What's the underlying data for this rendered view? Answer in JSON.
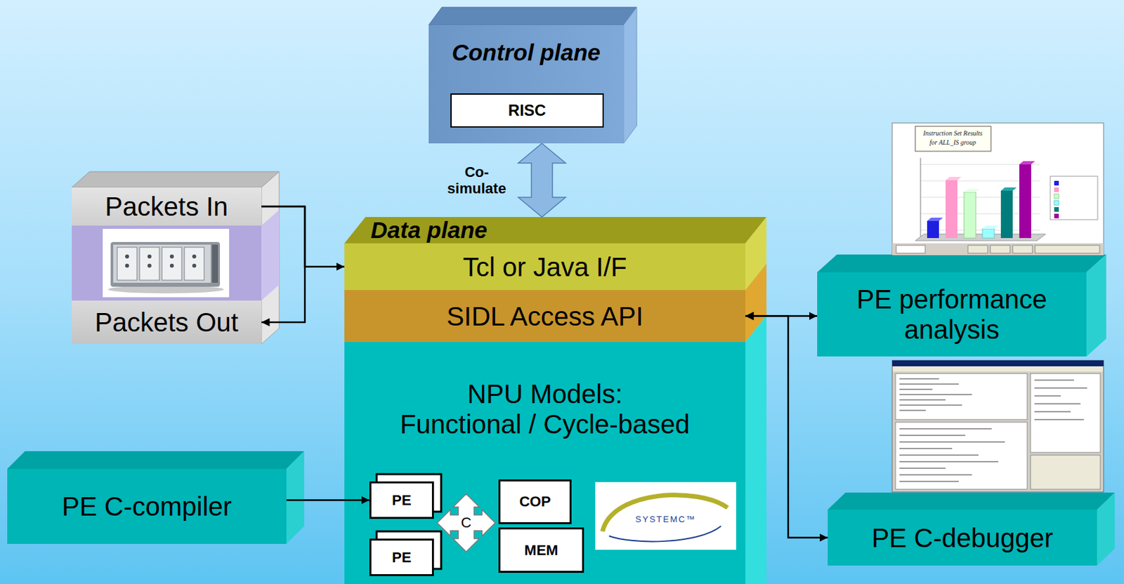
{
  "diagram": {
    "nodes": [
      {
        "text": [
          "Control plane"
        ]
      },
      {
        "text": [
          "RISC"
        ],
        "in": 0
      },
      {
        "text": [
          "Packets In"
        ]
      },
      {
        "text": [
          "Packets Out"
        ]
      },
      {
        "text": [
          "Data plane"
        ]
      },
      {
        "text": [
          "Tcl or Java I/F"
        ],
        "in": 4
      },
      {
        "text": [
          "SIDL Access API"
        ],
        "in": 4
      },
      {
        "text": [
          "NPU Models:",
          "Functional / Cycle-based"
        ],
        "in": 4
      },
      {
        "text": [
          "PE"
        ],
        "in": 7
      },
      {
        "text": [
          "PE"
        ],
        "in": 7
      },
      {
        "text": [
          "C"
        ],
        "in": 7
      },
      {
        "text": [
          "COP"
        ],
        "in": 7
      },
      {
        "text": [
          "MEM"
        ],
        "in": 7
      },
      {
        "text": [
          "PE performance analysis"
        ]
      },
      {
        "text": [
          "PE C-compiler"
        ]
      },
      {
        "text": [
          "PE C-debugger"
        ]
      }
    ],
    "edges": [
      {
        "from": 0,
        "to": 4,
        "label": "Co- simulate",
        "arrow": "both"
      },
      {
        "from": 2,
        "to": 5,
        "arrow": "to"
      },
      {
        "from": 2,
        "to": 3,
        "arrow": "to"
      },
      {
        "from": 6,
        "to": 13,
        "arrow": "both"
      },
      {
        "from": 6,
        "to": 15,
        "arrow": "both"
      },
      {
        "from": 14,
        "to": 8,
        "arrow": "to"
      }
    ],
    "labels": [
      "Instruction Set Results",
      "for ALL_IS group",
      "SYSTEMC™"
    ]
  }
}
